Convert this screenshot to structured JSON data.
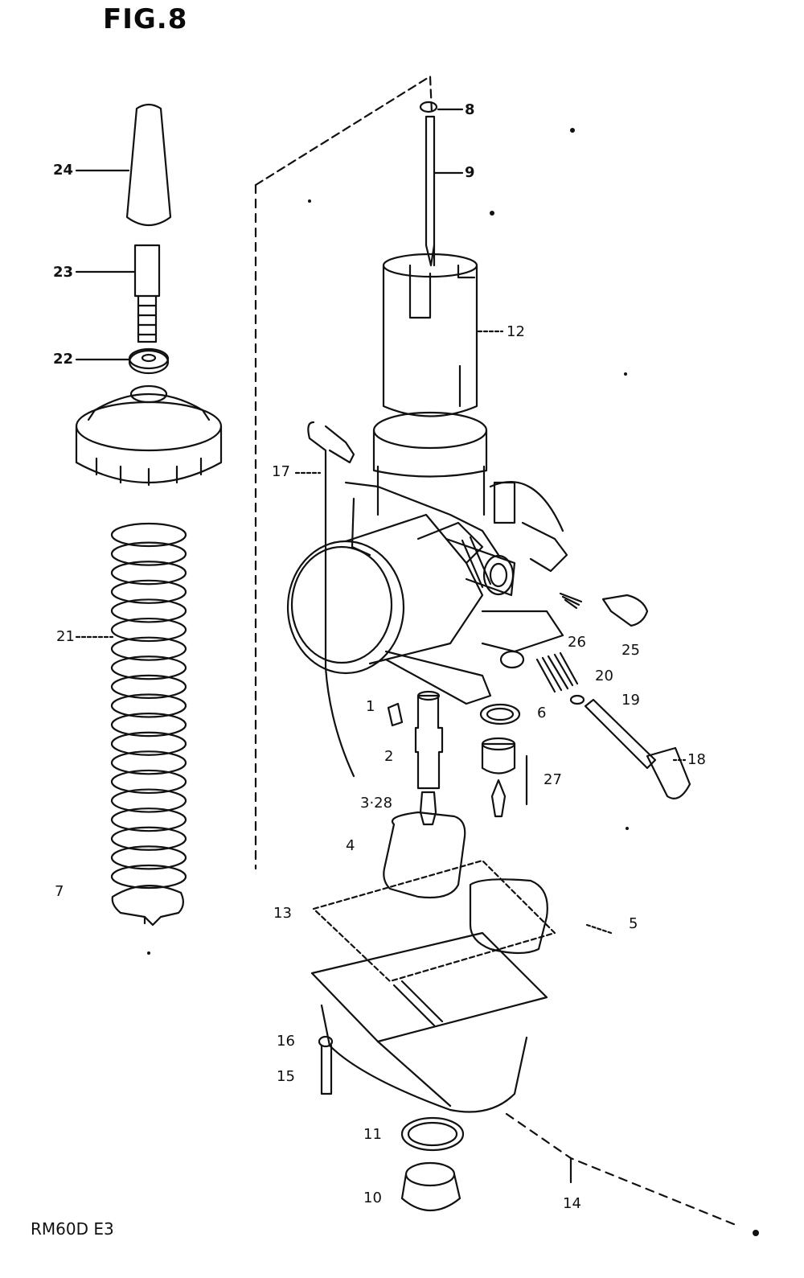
{
  "figure": {
    "title": "FIG.8",
    "model": "RM60D E3"
  },
  "callouts": [
    {
      "id": "label-8",
      "text": "8"
    },
    {
      "id": "label-9",
      "text": "9"
    },
    {
      "id": "label-12",
      "text": "12"
    },
    {
      "id": "label-24",
      "text": "24"
    },
    {
      "id": "label-23",
      "text": "23"
    },
    {
      "id": "label-22",
      "text": "22"
    },
    {
      "id": "label-17",
      "text": "17"
    },
    {
      "id": "label-21",
      "text": "21"
    },
    {
      "id": "label-26",
      "text": "26"
    },
    {
      "id": "label-25",
      "text": "25"
    },
    {
      "id": "label-20",
      "text": "20"
    },
    {
      "id": "label-19",
      "text": "19"
    },
    {
      "id": "label-1",
      "text": "1"
    },
    {
      "id": "label-6",
      "text": "6"
    },
    {
      "id": "label-18",
      "text": "18"
    },
    {
      "id": "label-2",
      "text": "2"
    },
    {
      "id": "label-27",
      "text": "27"
    },
    {
      "id": "label-3-28",
      "text": "3·28"
    },
    {
      "id": "label-4",
      "text": "4"
    },
    {
      "id": "label-7",
      "text": "7"
    },
    {
      "id": "label-13",
      "text": "13"
    },
    {
      "id": "label-5",
      "text": "5"
    },
    {
      "id": "label-16",
      "text": "16"
    },
    {
      "id": "label-15",
      "text": "15"
    },
    {
      "id": "label-11",
      "text": "11"
    },
    {
      "id": "label-10",
      "text": "10"
    },
    {
      "id": "label-14",
      "text": "14"
    }
  ]
}
